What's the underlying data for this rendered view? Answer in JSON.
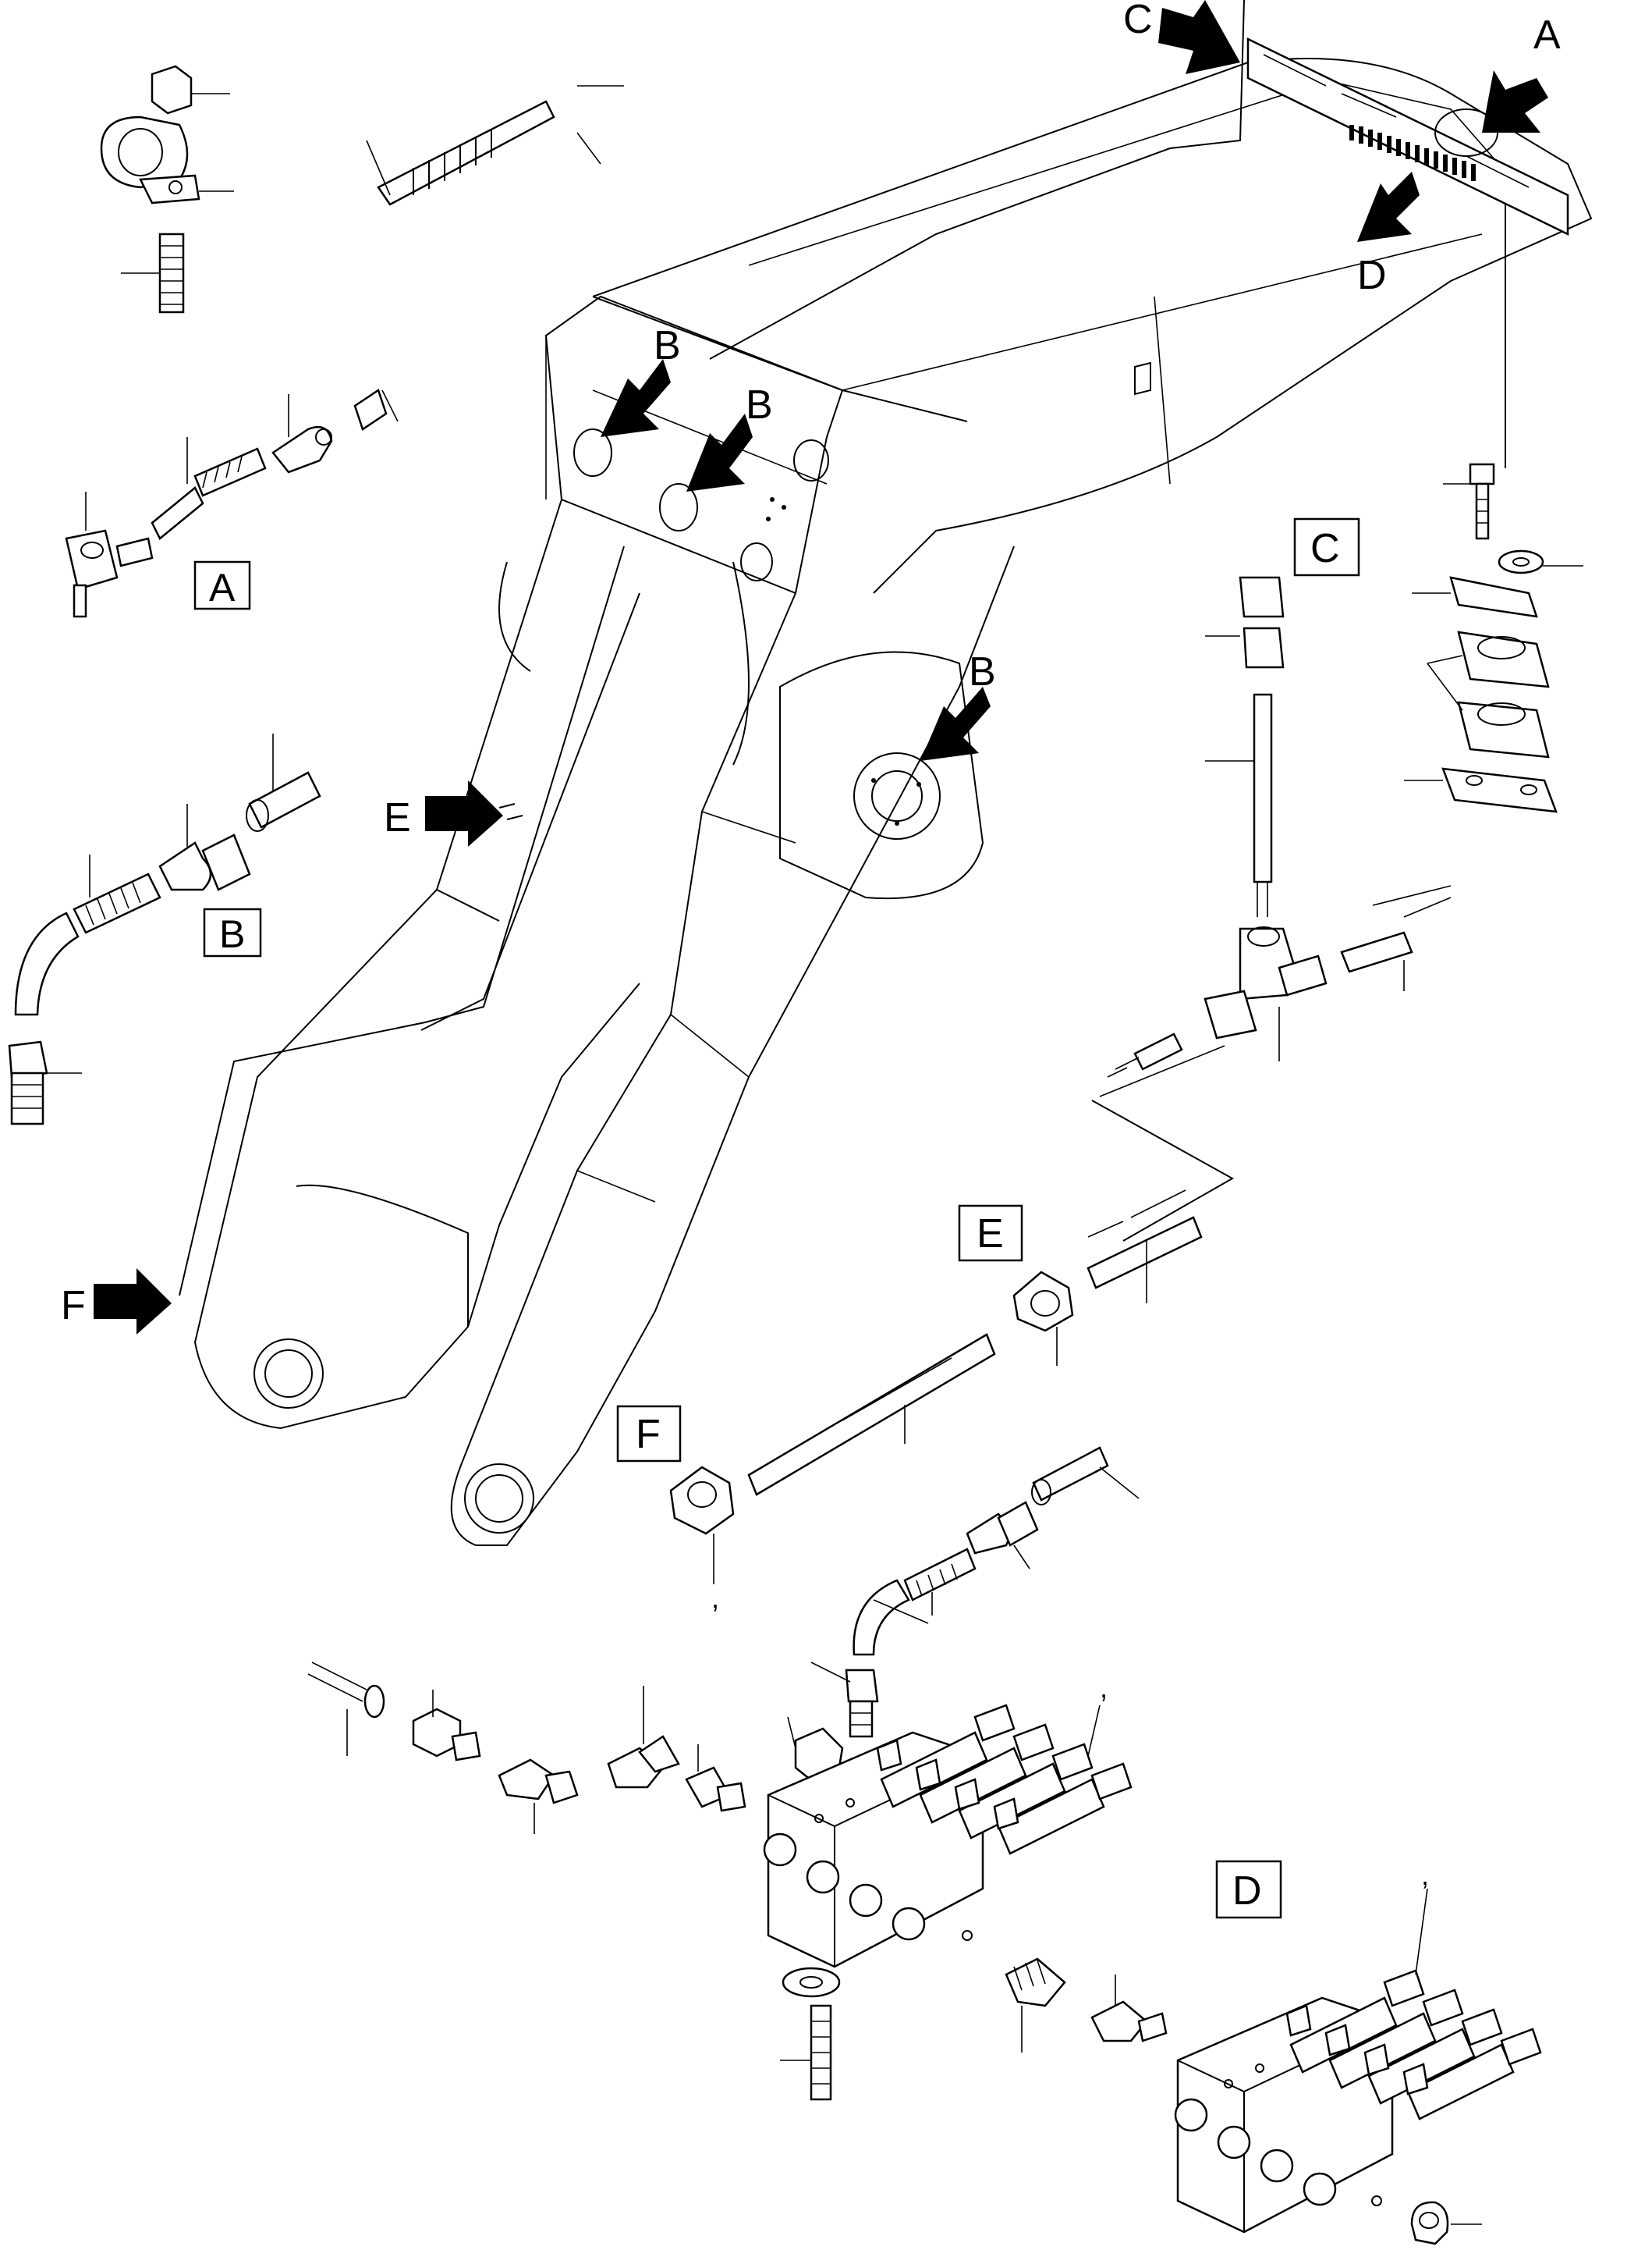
{
  "callouts": {
    "arrow_a": "A",
    "arrow_b1": "B",
    "arrow_b2": "B",
    "arrow_b3": "B",
    "arrow_c": "C",
    "arrow_d": "D",
    "arrow_e": "E",
    "arrow_f": "F"
  },
  "detail_labels": {
    "a": "A",
    "b": "B",
    "c": "C",
    "d": "D",
    "e": "E",
    "f": "F"
  },
  "marks": {
    "comma_f": ",",
    "comma_d_top": ",",
    "comma_d_bottom": ","
  }
}
